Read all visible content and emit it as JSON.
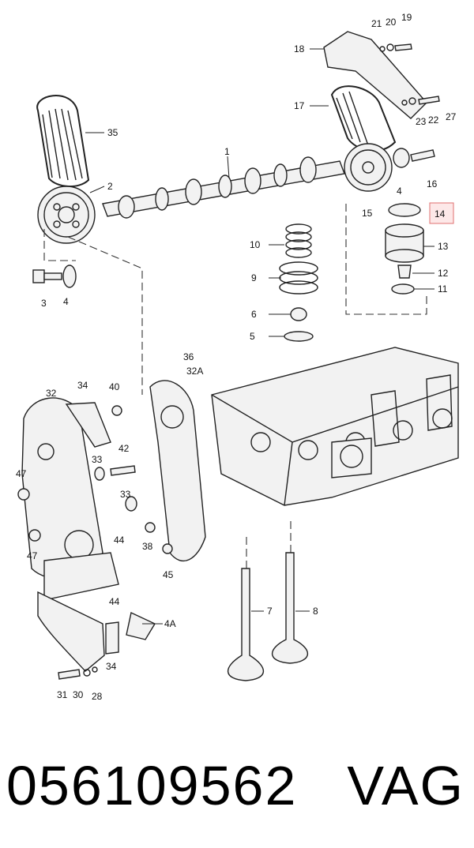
{
  "diagram": {
    "callouts": [
      "1",
      "2",
      "3",
      "4",
      "5",
      "6",
      "7",
      "8",
      "9",
      "10",
      "11",
      "12",
      "13",
      "14",
      "15",
      "16",
      "17",
      "18",
      "19",
      "20",
      "21",
      "22",
      "23",
      "27",
      "28",
      "30",
      "31",
      "32",
      "32A",
      "33",
      "34",
      "35",
      "36",
      "38",
      "40",
      "42",
      "44",
      "45",
      "47",
      "4A"
    ],
    "highlighted_callout": "14",
    "highlight_color": "#e07070"
  },
  "footer": {
    "part_number": "056109562",
    "brand": "VAG"
  }
}
